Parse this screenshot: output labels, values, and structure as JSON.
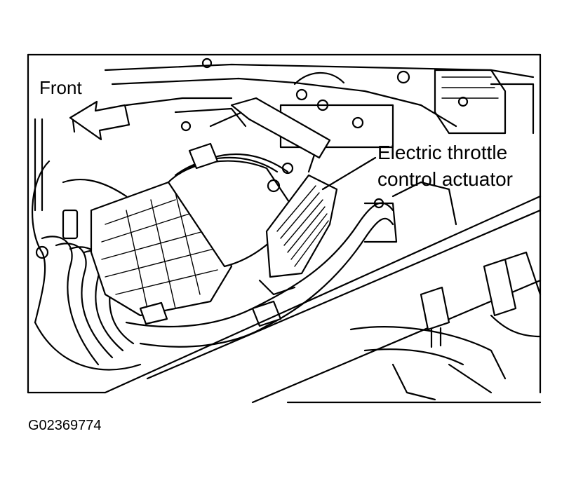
{
  "labels": {
    "front": "Front",
    "actuator_line1": "Electric throttle",
    "actuator_line2": "control actuator",
    "figure_id": "G02369774"
  }
}
